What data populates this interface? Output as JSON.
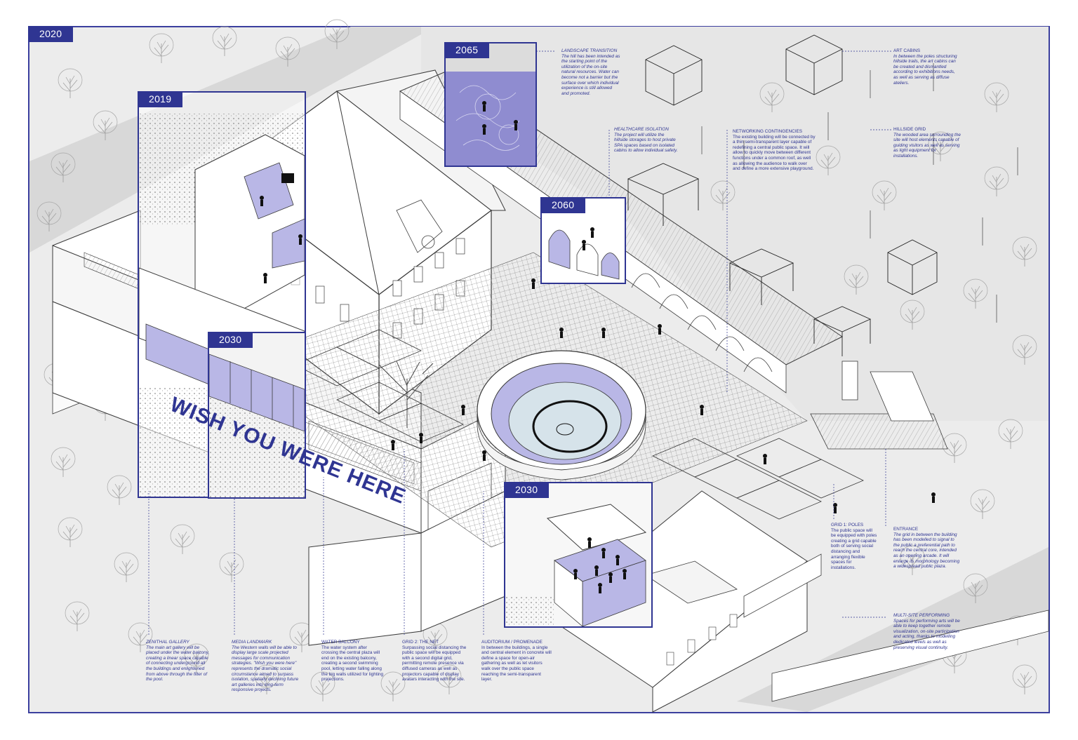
{
  "years": {
    "main": "2020",
    "hall": "2019",
    "balcony": "2030",
    "hill": "2065",
    "spa": "2060",
    "auditorium": "2030"
  },
  "banner": "WISH YOU WERE HERE",
  "colors": {
    "accent": "#2f3592",
    "lavender": "#b9b7e6",
    "paper": "#ececec",
    "line": "#3a3a3a"
  },
  "notes": {
    "landscape": {
      "heading": "LANDSCAPE TRANSITION",
      "body": "The hill has been intended as the starting point of the utilization of the on-site natural resources. Water can become not a barrier but the surface over which individual experience is still allowed and promoted."
    },
    "art_cabins": {
      "heading": "ART CABINS",
      "body": "In between the poles structuring hillside trails, the art cabins can be created and dismantled according to exhibitions needs, as well as serving as diffuse ateliers."
    },
    "healthcare": {
      "heading": "HEALTHCARE ISOLATION",
      "body": "The project will utilize the hillside storages to host private SPA spaces based on isolated cabins to allow individual safety."
    },
    "networking": {
      "heading": "NETWORKING CONTINGENCIES",
      "body": "The existing building will be connected by a thin semi-transparent layer capable of redefining a central public space. It will allow to quickly move between different functions under a common roof, as well as allowing the audience to walk over and define a more extensive playground."
    },
    "hillside_grid": {
      "heading": "HILLSIDE GRID",
      "body": "The wooded area surrounding the site will host elements capable of guiding visitors as well as serving as light equipment for installations."
    },
    "grid_poles": {
      "heading": "GRID 1: POLES",
      "body": "The public space will be equipped with poles creating a grid capable both of serving social distancing and arranging flexible spaces for installations."
    },
    "entrance": {
      "heading": "ENTRANCE",
      "body": "The grid in between the building has been modelled to signal to the public a preferential path to reach the central core, intended as an opening arcade. It will enlarge its morphology becoming a widespread public plaza."
    },
    "multi_site": {
      "heading": "MULTI-SITE PERFORMING",
      "body": "Spaces for performing arts will be able to keep together remote visualization, on-site participation and acting, thanks to modelling dedicated levels as well as preserving visual continuity."
    },
    "zenithal": {
      "heading": "ZENITHAL GALLERY",
      "body": "The main art gallery will be placed under the water balcony, creating a linear space capable of connecting underground all the buildings and enlightened from above through the filter of the pool."
    },
    "media": {
      "heading": "MEDIA LANDMARK",
      "body": "The Western walls will be able to display large scale projected messages for communication strategies. \"Wish you were here\" represents the dramatic social circumstance aimed to surpass isolation, spatially declining future art galleries into long-term responsive projects."
    },
    "water_balcony": {
      "heading": "WATER BALCONY",
      "body": "The water system after crossing the central plaza will end on the existing balcony, creating a second swimming pool, letting water falling along the big walls utilized for lighting projections."
    },
    "grid_net": {
      "heading": "GRID 2: THE NET",
      "body": "Surpassing social distancing the public space will be equipped with a second digital grid, permitting remote presence via diffused cameras as well as projectors capable of display avatars interacting with the site."
    },
    "auditorium": {
      "heading": "AUDITORIUM / PROMENADE",
      "body": "In between the buildings, a single and central element in concrete will define a space for open-air gathering as well as let visitors walk over the public space reaching the semi-transparent layer."
    }
  }
}
